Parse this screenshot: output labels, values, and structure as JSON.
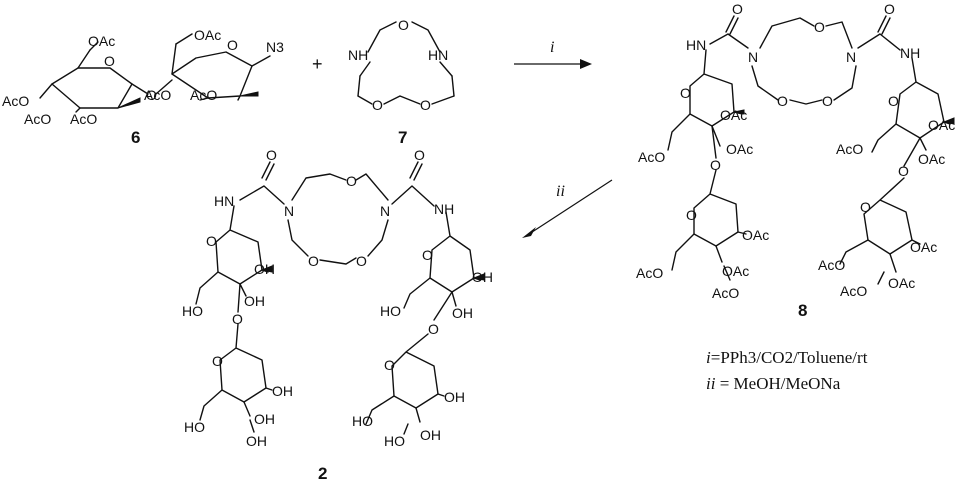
{
  "compounds": {
    "c6": "6",
    "c7": "7",
    "c8": "8",
    "c2": "2"
  },
  "plus": "+",
  "steps": {
    "i_label": "i",
    "ii_label": "ii"
  },
  "conditions": {
    "i_tag": "i",
    "i_text": "=PPh3/CO2/Toluene/rt",
    "ii_tag": "ii",
    "ii_text": " = MeOH/MeONa"
  },
  "groups": {
    "oac": "OAc",
    "aco": "AcO",
    "oh": "OH",
    "ho": "HO",
    "o": "O",
    "n": "N",
    "nh": "NH",
    "hn": "HN",
    "n3": "N3"
  }
}
